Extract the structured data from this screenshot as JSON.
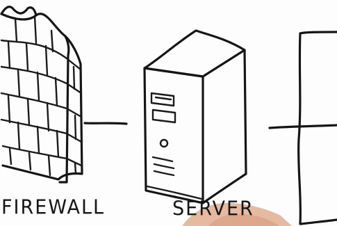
{
  "diagram": {
    "nodes": [
      {
        "id": "firewall",
        "label": "FIREWALL",
        "icon": "brick-wall-icon"
      },
      {
        "id": "server",
        "label": "SERVER",
        "icon": "server-tower-icon"
      },
      {
        "id": "network",
        "label": "",
        "icon": "network-branch-icon"
      }
    ],
    "edges": [
      {
        "from": "firewall",
        "to": "server"
      },
      {
        "from": "server",
        "to": "network"
      }
    ],
    "style": {
      "ink": "#151515",
      "background": "#ffffff",
      "hand_skin": "#e7b79c"
    }
  }
}
